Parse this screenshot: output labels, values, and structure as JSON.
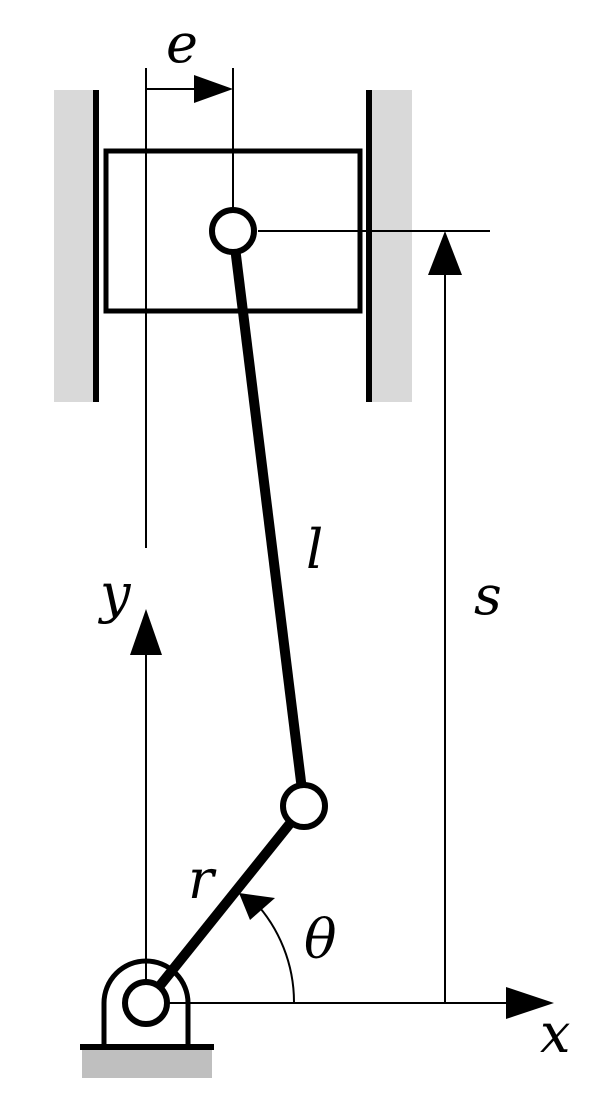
{
  "labels": {
    "e": "e",
    "l": "l",
    "y": "y",
    "s": "s",
    "r": "r",
    "theta": "θ",
    "x": "x"
  },
  "colors": {
    "ink": "#000000",
    "wall_fill": "#d9d9d9",
    "ground_fill": "#bfbfbf",
    "background": "#ffffff"
  }
}
